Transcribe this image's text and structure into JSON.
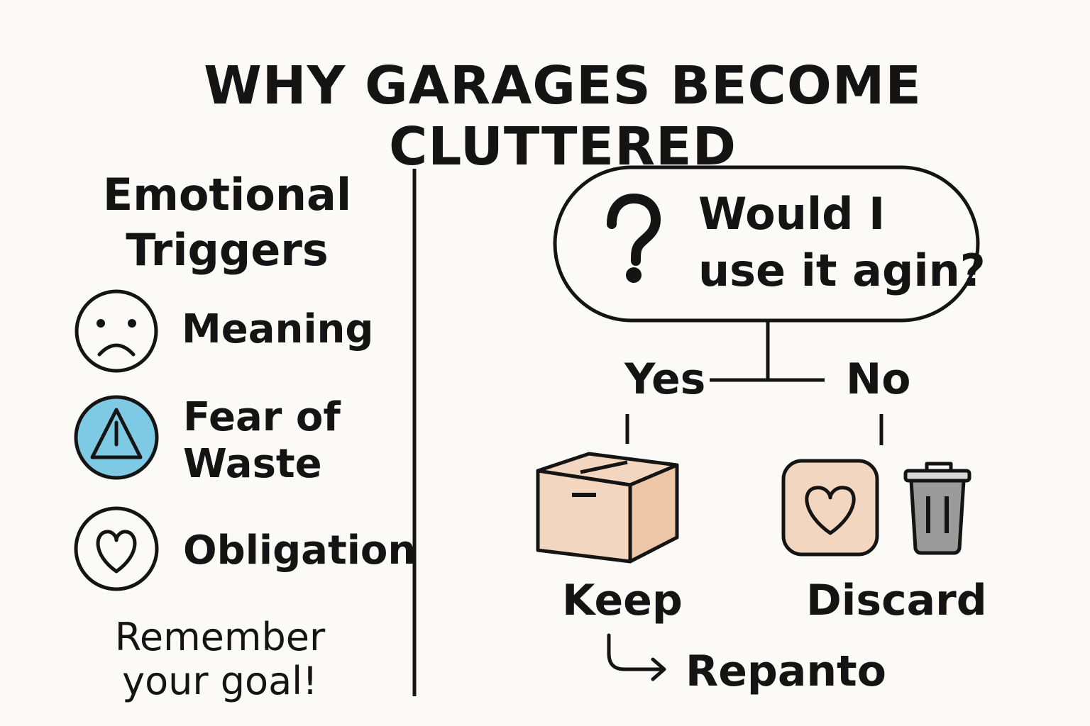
{
  "title": "WHY GARAGES BECOME CLUTTERED",
  "emotional_triggers": {
    "heading_line1": "Emotional",
    "heading_line2": "Triggers",
    "items": [
      {
        "label": "Meaning",
        "icon": "sad-face-icon"
      },
      {
        "label_line1": "Fear of",
        "label_line2": "Waste",
        "icon": "warning-icon"
      },
      {
        "label": "Obligation",
        "icon": "heart-icon"
      }
    ],
    "reminder_line1": "Remember",
    "reminder_line2": "your goal!"
  },
  "decision": {
    "question_line1": "Would I",
    "question_line2": "use it agin?",
    "question_icon": "question-mark-icon",
    "yes_label": "Yes",
    "no_label": "No",
    "keep_label": "Keep",
    "discard_label": "Discard",
    "repanto_label": "Repanto",
    "keep_icon": "box-icon",
    "discard_icons": [
      "heart-icon",
      "trash-can-icon"
    ]
  },
  "colors": {
    "background": "#fbfaf6",
    "ink": "#141414",
    "warning_fill": "#7ec9e3",
    "box_fill": "#f3d6bf",
    "trash_fill": "#9a9a9a"
  }
}
